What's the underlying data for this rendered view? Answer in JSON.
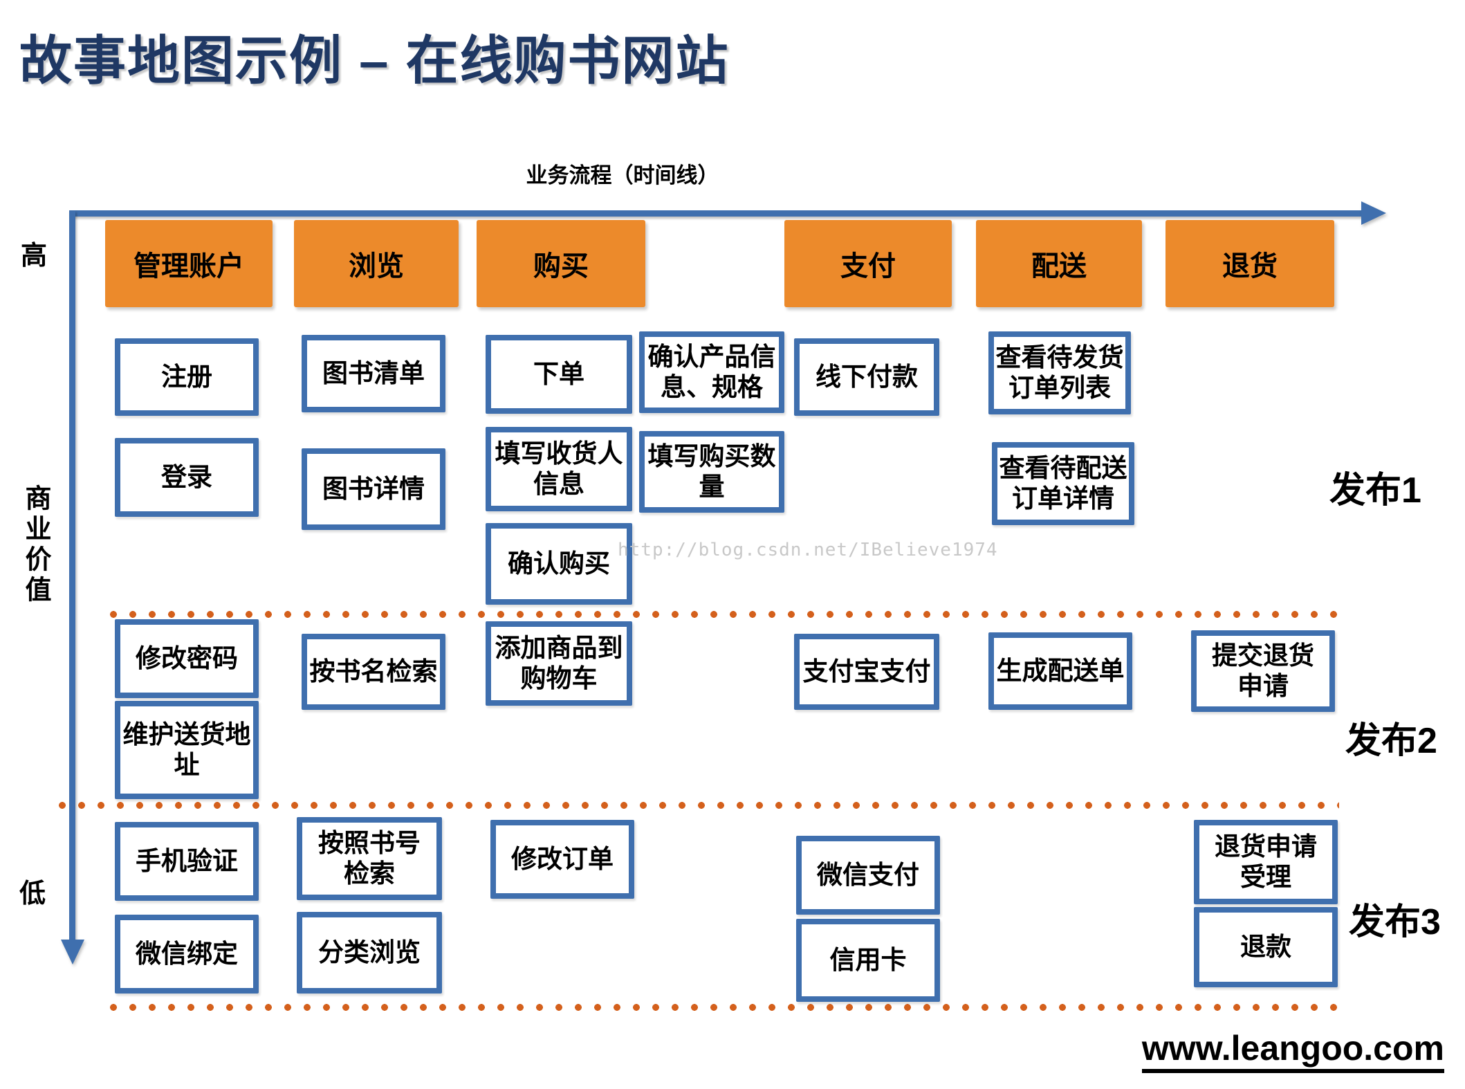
{
  "title": "故事地图示例 – 在线购书网站",
  "axis": {
    "timeline": "业务流程（时间线）",
    "high": "高",
    "value": "商业价值",
    "low": "低"
  },
  "activities": {
    "manage_account": "管理账户",
    "browse": "浏览",
    "purchase": "购买",
    "payment": "支付",
    "delivery": "配送",
    "returns": "退货"
  },
  "releases": {
    "r1": "发布1",
    "r2": "发布2",
    "r3": "发布3"
  },
  "cards": {
    "register": "注册",
    "login": "登录",
    "book_list": "图书清单",
    "book_detail": "图书详情",
    "place_order": "下单",
    "confirm_product_info": "确认产品信\n息、规格",
    "fill_receiver_info": "填写收货人\n信息",
    "fill_quantity": "填写购买数\n量",
    "confirm_purchase": "确认购买",
    "offline_payment": "线下付款",
    "pending_shipment_list": "查看待发货\n订单列表",
    "pending_delivery_detail": "查看待配送\n订单详情",
    "change_password": "修改密码",
    "maintain_address": "维护送货地\n址",
    "search_by_title": "按书名检索",
    "add_to_cart": "添加商品到\n购物车",
    "alipay": "支付宝支付",
    "generate_delivery_note": "生成配送单",
    "submit_return_request": "提交退货\n申请",
    "phone_verification": "手机验证",
    "wechat_binding": "微信绑定",
    "search_by_isbn": "按照书号\n检索",
    "browse_by_category": "分类浏览",
    "modify_order": "修改订单",
    "wechat_pay": "微信支付",
    "credit_card": "信用卡",
    "return_request_handling": "退货申请\n受理",
    "refund": "退款"
  },
  "watermark": "http://blog.csdn.net/IBelieve1974",
  "footer_link": "www.leangoo.com",
  "colors": {
    "accent_orange": "#ec8a2b",
    "accent_blue": "#3f6fae",
    "dot_orange": "#d4601c",
    "title_navy": "#1f3864"
  }
}
